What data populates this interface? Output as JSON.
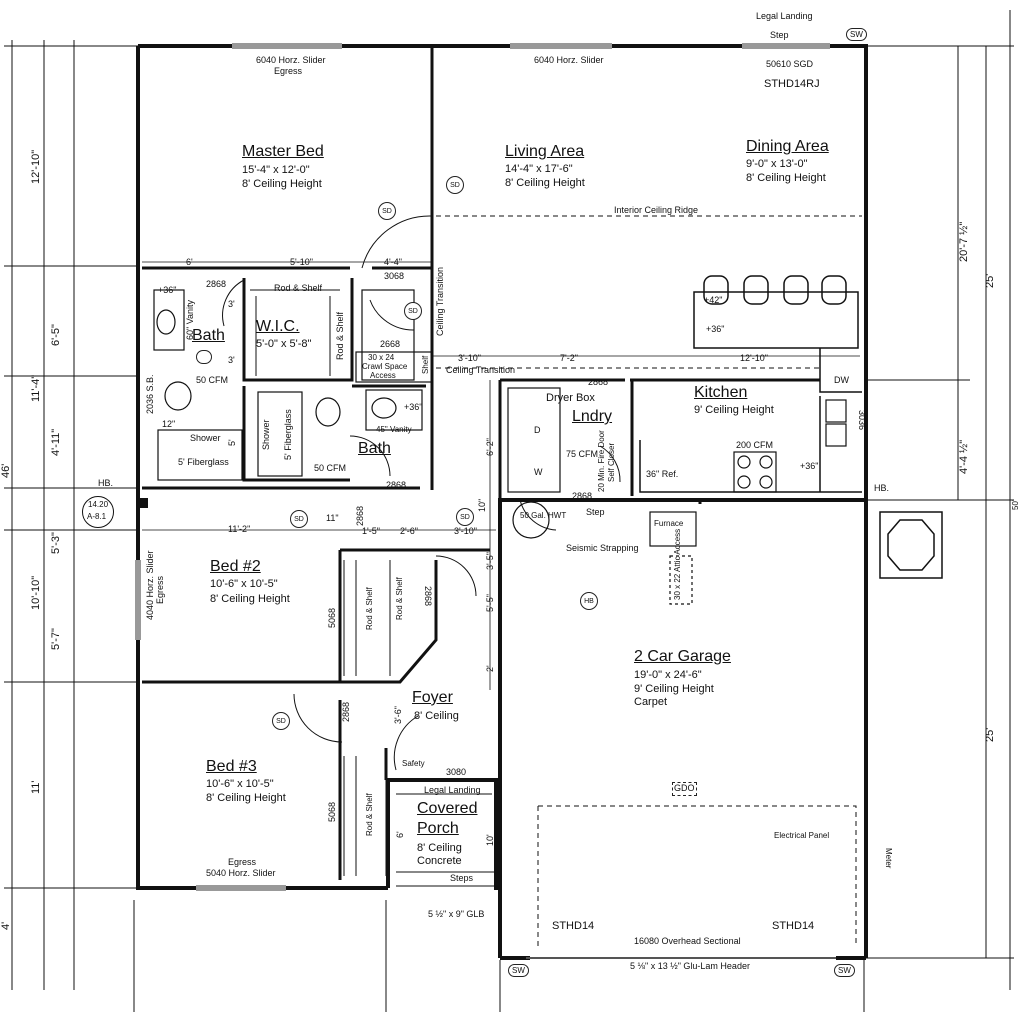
{
  "top": {
    "legal_landing": "Legal Landing",
    "step": "Step",
    "sw": "SW",
    "sgd": "50610 SGD",
    "sthd_rj": "STHD14RJ"
  },
  "rooms": {
    "master": {
      "name": "Master Bed",
      "size": "15'-4\" x 12'-0\"",
      "ceiling": "8' Ceiling Height",
      "window": "6040 Horz. Slider",
      "window_note": "Egress"
    },
    "living": {
      "name": "Living Area",
      "size": "14'-4\" x 17'-6\"",
      "ceiling": "8' Ceiling Height",
      "window": "6040 Horz. Slider"
    },
    "dining": {
      "name": "Dining Area",
      "size": "9'-0\" x 13'-0\"",
      "ceiling": "8' Ceiling Height"
    },
    "ridge": "Interior Ceiling Ridge",
    "bath1": {
      "name": "Bath",
      "fan": "50 CFM",
      "vanity": "60\" Vanity",
      "shower": "Shower",
      "shower_mat": "5' Fiberglass",
      "code": "2036 S.B.",
      "plus36": "+36\"",
      "width12": "12\""
    },
    "wic": {
      "name": "W.I.C.",
      "size": "5'-0\" x 5'-8\"",
      "rod": "Rod & Shelf",
      "rod2": "Rod & Shelf"
    },
    "bath2": {
      "name": "Bath",
      "fan": "50 CFM",
      "vanity": "45\" Vanity",
      "shower": "Shower",
      "shower_mat": "5' Fiberglass",
      "plus36": "+36\""
    },
    "crawl": {
      "label": "30 x 24",
      "label2": "Crawl Space",
      "label3": "Access",
      "shelf": "Shelf"
    },
    "kitchen": {
      "name": "Kitchen",
      "ceiling": "9' Ceiling Height",
      "fan": "200 CFM",
      "ref": "36\" Ref.",
      "dw": "DW",
      "plus36": "+36\"",
      "plus42": "+42\"",
      "plus36b": "+36\"",
      "code": "3036"
    },
    "laundry": {
      "name": "Lndry",
      "dryer": "Dryer Box",
      "fan": "75 CFM",
      "door": "20 Min. Fire Door",
      "door2": "Self Closer",
      "w": "W",
      "d": "D",
      "step": "Step"
    },
    "bed2": {
      "name": "Bed #2",
      "size": "10'-6\" x 10'-5\"",
      "ceiling": "8' Ceiling Height",
      "window": "4040 Horz. Slider",
      "window_note": "Egress",
      "closet": "5068",
      "rod": "Rod & Shelf",
      "rod2": "Rod & Shelf",
      "door": "2868"
    },
    "bed3": {
      "name": "Bed #3",
      "size": "10'-6\" x 10'-5\"",
      "ceiling": "8' Ceiling Height",
      "window_note": "Egress",
      "window": "5040 Horz. Slider",
      "closet": "5068",
      "rod": "Rod & Shelf"
    },
    "foyer": {
      "name": "Foyer",
      "ceiling": "8' Ceiling",
      "safety": "Safety",
      "door": "3080",
      "door2": "2868"
    },
    "porch": {
      "name": "Covered",
      "name2": "Porch",
      "ceiling": "8' Ceiling",
      "mat": "Concrete",
      "landing": "Legal Landing",
      "steps": "Steps",
      "glb": "5 ½\" x 9\" GLB",
      "six": "6'",
      "ten": "10'"
    },
    "garage": {
      "name": "2 Car Garage",
      "size": "19'-0\" x 24'-6\"",
      "ceiling": "9' Ceiling Height",
      "floor": "Carpet",
      "hwt": "50 Gal. HWT",
      "seismic": "Seismic Strapping",
      "furnace": "Furnace",
      "attic": "30 x 22 Attic Access",
      "gdo": "GDO",
      "panel": "Electrical Panel",
      "meter": "Meter",
      "door": "16080 Overhead Sectional",
      "header": "5 ⅛\" x 13 ½\" Glu-Lam Header",
      "sthd_l": "STHD14",
      "sthd_r": "STHD14",
      "sw": "SW"
    }
  },
  "interior_dims": {
    "d6": "6'",
    "d510": "5'-10\"",
    "d44": "4'-4\"",
    "d310": "3'-10\"",
    "d72": "7'-2\"",
    "d1210": "12'-10\"",
    "d112": "11'-2\"",
    "d11": "11\"",
    "d15": "1'-5\"",
    "d26": "2'-6\"",
    "d310b": "3'-10\"",
    "d3068": "3068",
    "d2868a": "2868",
    "d2868b": "2868",
    "d2868c": "2868",
    "d2868d": "2868",
    "d2868e": "2868",
    "d2668": "2668",
    "d10": "10\"",
    "d62": "6'-2\"",
    "d55": "5'-5\"",
    "d35": "3'-5\"",
    "d2": "2'",
    "d36": "3'-6\"",
    "d3": "3'",
    "d3b": "3'",
    "d5": "5'",
    "d5b": "5'",
    "ceiling_trans": "Ceiling Transition",
    "ceiling_trans2": "Ceiling Transition"
  },
  "left_dims": {
    "a": "12'-10\"",
    "b": "6'-5\"",
    "c": "11'-4\"",
    "d": "4'-11\"",
    "e": "46'",
    "f": "5'-3\"",
    "g": "10'-10\"",
    "h": "5'-7\"",
    "i": "11'",
    "j": "4'"
  },
  "right_dims": {
    "a": "20'-7 ½\"",
    "b": "25'",
    "c": "4'-4 ½\"",
    "d": "50'",
    "e": "25'"
  },
  "misc": {
    "hb_left": "HB.",
    "hb_right": "HB.",
    "section": "14.20",
    "section2": "A-8.1",
    "sd": "SD",
    "hb": "HB"
  }
}
